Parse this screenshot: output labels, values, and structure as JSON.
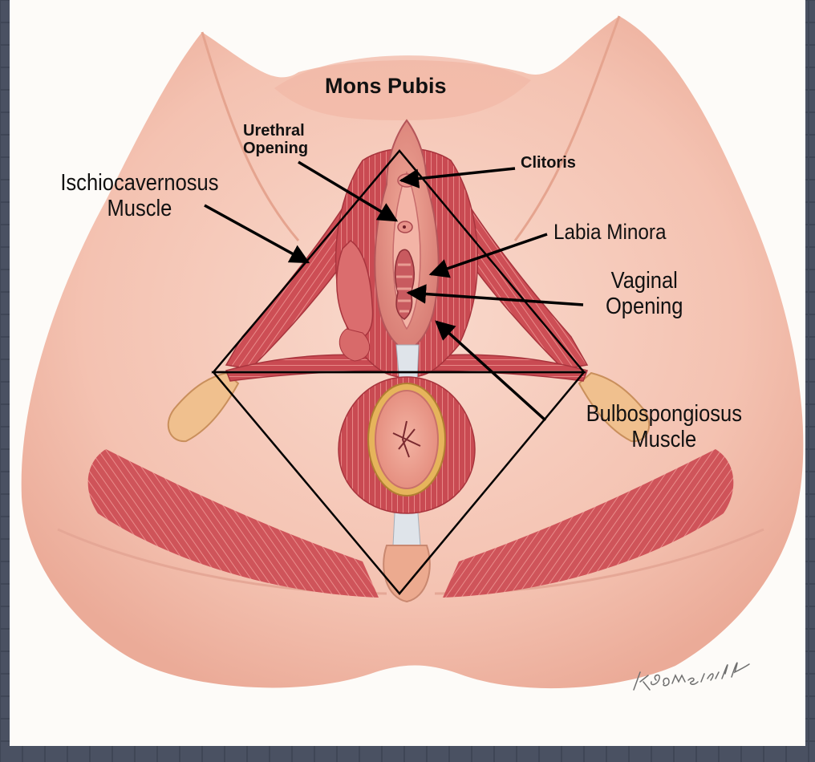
{
  "labels": {
    "mons_pubis": "Mons Pubis",
    "urethral_opening": [
      "Urethral",
      "Opening"
    ],
    "clitoris": "Clitoris",
    "ischiocavernosus_muscle": [
      "Ischiocavernosus",
      "Muscle"
    ],
    "labia_minora": "Labia Minora",
    "vaginal_opening": [
      "Vaginal",
      "Opening"
    ],
    "bulbospongiosus_muscle": [
      "Bulbospongiosus",
      "Muscle"
    ]
  },
  "signature": "K Somerville",
  "colors": {
    "background": "#3f4656",
    "panel": "#fdfbf8",
    "skin": "#f6cbbb",
    "muscle": "#c8464f",
    "muscle_light": "#e27a7c",
    "tissue": "#e79a8e",
    "fat": "#e7b25a",
    "label_text": "#111111"
  }
}
